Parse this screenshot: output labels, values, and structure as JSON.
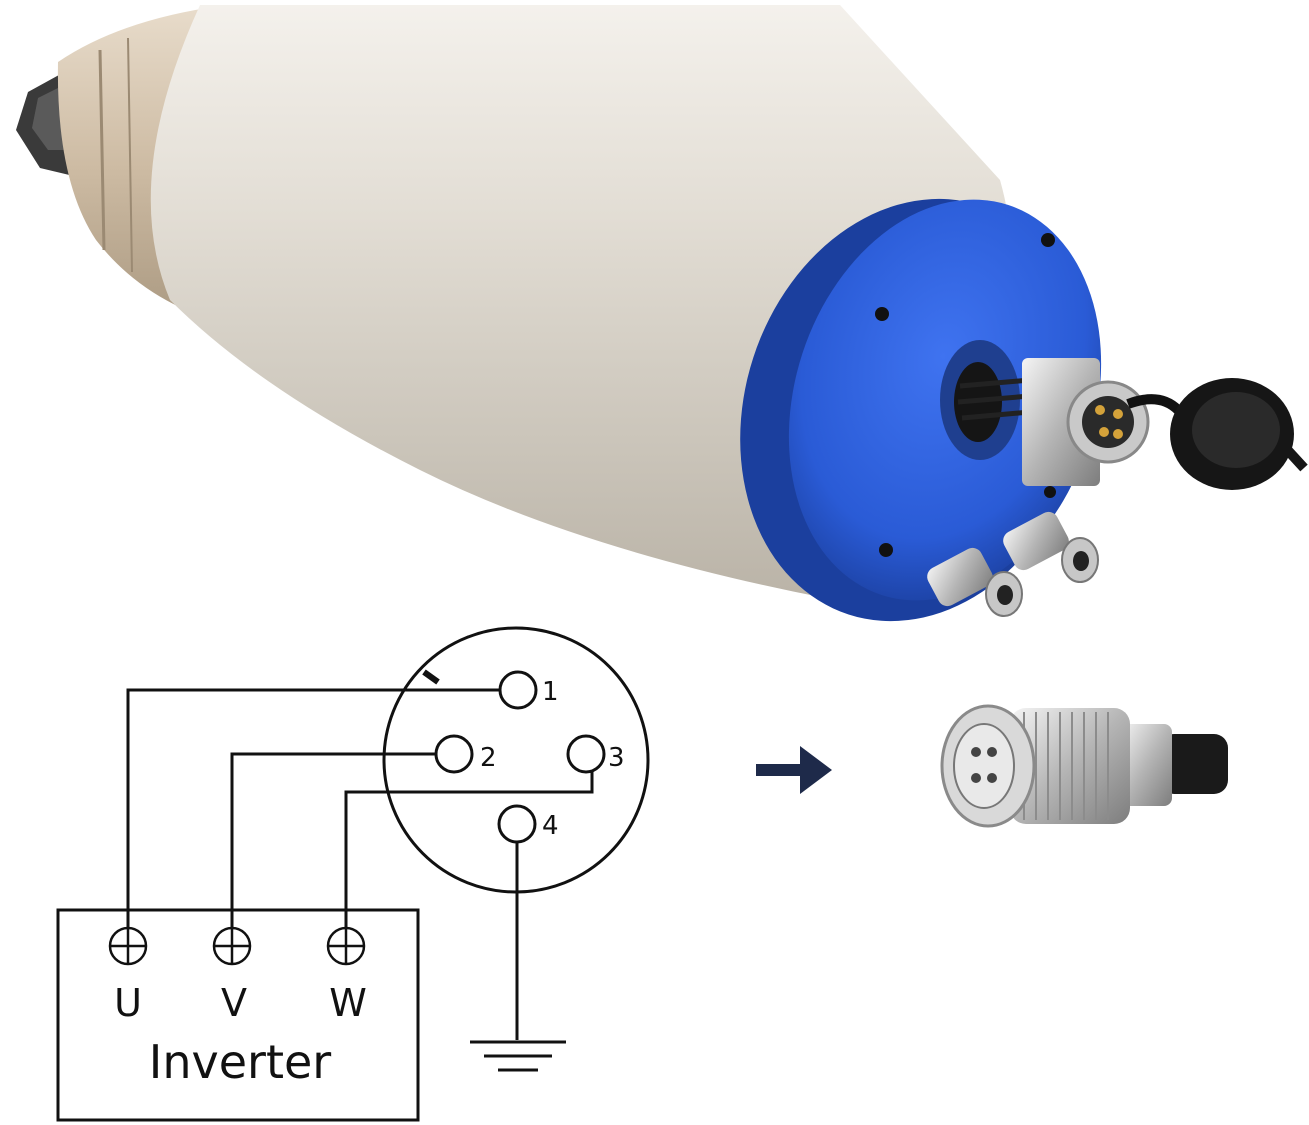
{
  "connector_pins": [
    {
      "number": "1"
    },
    {
      "number": "2"
    },
    {
      "number": "3"
    },
    {
      "number": "4"
    }
  ],
  "inverter": {
    "label": "Inverter",
    "terminals": [
      {
        "name": "U"
      },
      {
        "name": "V"
      },
      {
        "name": "W"
      }
    ]
  },
  "colors": {
    "housing": "#d8d2c8",
    "end_cap": "#2a5bd6",
    "line": "#111111",
    "arrow": "#1e2a4a"
  },
  "icons": {
    "ground": "ground-symbol-icon",
    "terminal": "circle-plus-icon",
    "arrow": "arrow-right-icon"
  }
}
